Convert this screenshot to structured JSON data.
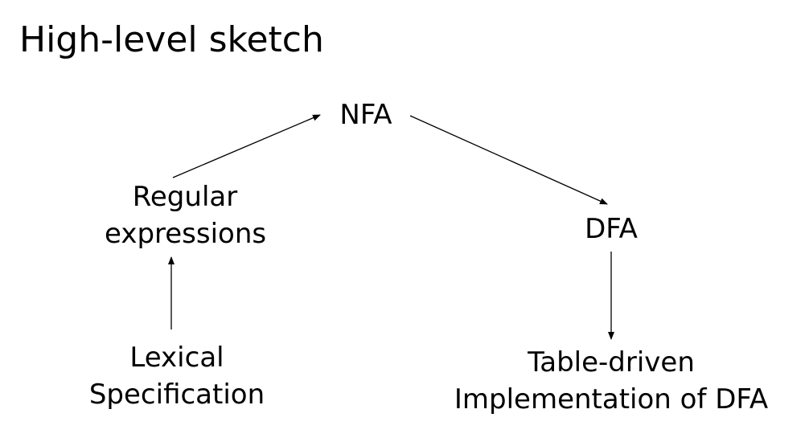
{
  "slide": {
    "title": "High-level sketch"
  },
  "diagram": {
    "nodes": {
      "nfa": {
        "lines": [
          "NFA"
        ]
      },
      "regex": {
        "lines": [
          "Regular",
          "expressions"
        ]
      },
      "dfa": {
        "lines": [
          "DFA"
        ]
      },
      "lexical_spec": {
        "lines": [
          "Lexical",
          "Specification"
        ]
      },
      "table_driven": {
        "lines": [
          "Table-driven",
          "Implementation of DFA"
        ]
      }
    },
    "edges": [
      {
        "from": "regex",
        "to": "nfa"
      },
      {
        "from": "nfa",
        "to": "dfa"
      },
      {
        "from": "lexical_spec",
        "to": "regex"
      },
      {
        "from": "dfa",
        "to": "table_driven"
      }
    ]
  }
}
